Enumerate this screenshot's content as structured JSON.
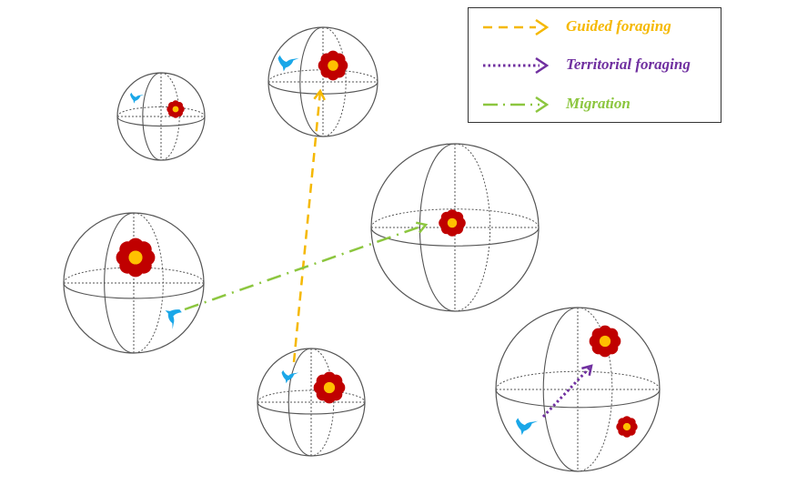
{
  "figure": {
    "title": "",
    "colors": {
      "guided": "#F5B800",
      "territorial": "#7030A0",
      "migration": "#8CC63F",
      "sphere": "#555555",
      "flower_petal": "#C00000",
      "flower_center": "#FFC000",
      "bird": "#1AA7E8"
    }
  },
  "legend": {
    "items": [
      {
        "label": "Guided foraging",
        "style": "dashed",
        "color": "#F5B800"
      },
      {
        "label": "Territorial foraging",
        "style": "dotted",
        "color": "#7030A0"
      },
      {
        "label": "Migration",
        "style": "dash-dot",
        "color": "#8CC63F"
      }
    ]
  },
  "diagram": {
    "spheres": [
      {
        "id": "sphere-small-top-left",
        "flowers": [
          {
            "size": "small"
          }
        ],
        "birds": 1
      },
      {
        "id": "sphere-top-center",
        "flowers": [
          {
            "size": "medium"
          }
        ],
        "birds": 1
      },
      {
        "id": "sphere-left",
        "flowers": [
          {
            "size": "large"
          }
        ],
        "birds": 1
      },
      {
        "id": "sphere-center-right",
        "flowers": [
          {
            "size": "medium"
          }
        ],
        "birds": 0
      },
      {
        "id": "sphere-bottom-center",
        "flowers": [
          {
            "size": "medium"
          }
        ],
        "birds": 1
      },
      {
        "id": "sphere-bottom-right",
        "flowers": [
          {
            "size": "medium"
          },
          {
            "size": "small"
          }
        ],
        "birds": 1
      }
    ],
    "arrows": [
      {
        "type": "Guided foraging",
        "from": "sphere-bottom-center",
        "to": "sphere-top-center"
      },
      {
        "type": "Migration",
        "from": "sphere-left",
        "to": "sphere-center-right"
      },
      {
        "type": "Territorial foraging",
        "from": "sphere-bottom-right",
        "to": "sphere-bottom-right"
      }
    ]
  }
}
